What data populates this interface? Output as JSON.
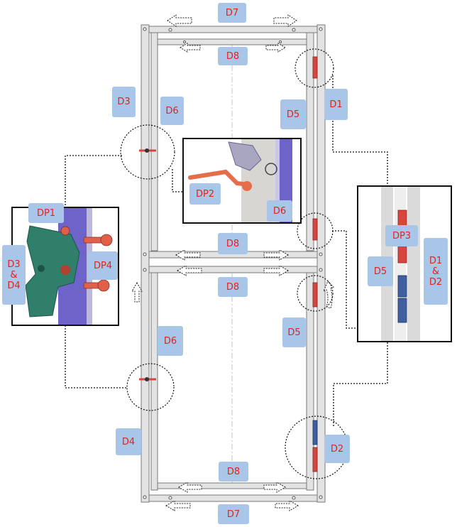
{
  "labels": {
    "d7_top": "D7",
    "d8_top": "D8",
    "d3": "D3",
    "d6_upper": "D6",
    "d5_upper": "D5",
    "d1": "D1",
    "dp2": "DP2",
    "d6_inset": "D6",
    "d8_mid_upper": "D8",
    "d8_mid_lower": "D8",
    "dp1": "DP1",
    "d3_d4": "D3\n&\nD4",
    "dp4": "DP4",
    "d6_lower": "D6",
    "d5_lower": "D5",
    "dp3": "DP3",
    "d5_inset": "D5",
    "d1_d2": "D1\n&\nD2",
    "d4": "D4",
    "d2": "D2",
    "d8_bottom": "D8",
    "d7_bottom": "D7"
  },
  "colors": {
    "label_bg": "#a9c6e8",
    "label_text": "#e2231a",
    "frame": "#e3e3e3",
    "frame_edge": "#7a7a7a",
    "hinge_red": "#d9453e",
    "hinge_blue": "#3f5f9e",
    "bracket_green": "#2f7f6b",
    "rail_purple": "#6e63c9",
    "leader": "#111111"
  }
}
